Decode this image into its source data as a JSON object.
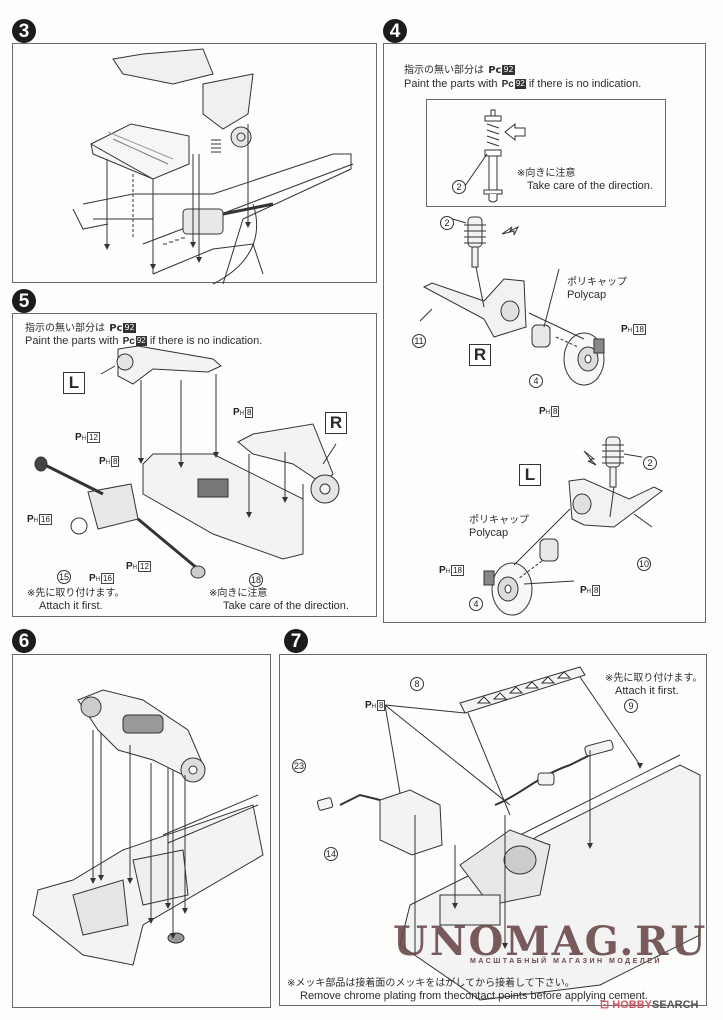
{
  "steps": {
    "s3": {
      "number": "3"
    },
    "s4": {
      "number": "4",
      "paint_jp": "指示の無い部分は",
      "paint_en_prefix": "Paint the parts with",
      "paint_en_suffix": "if there is no indication.",
      "paint_code_prefix": "Pc",
      "paint_code_num": "92",
      "inset": {
        "part": "2",
        "note_jp": "※向きに注意",
        "note_en": "Take care of the direction."
      },
      "right": {
        "side": "R",
        "parts": [
          "2",
          "11",
          "4"
        ],
        "polycap_jp": "ポリキャップ",
        "polycap_en": "Polycap",
        "paint": [
          {
            "code": "H",
            "num": "18"
          },
          {
            "code": "H",
            "num": "8"
          }
        ]
      },
      "left": {
        "side": "L",
        "parts": [
          "2",
          "10",
          "4"
        ],
        "polycap_jp": "ポリキャップ",
        "polycap_en": "Polycap",
        "paint": [
          {
            "code": "H",
            "num": "18"
          },
          {
            "code": "H",
            "num": "8"
          }
        ]
      }
    },
    "s5": {
      "number": "5",
      "paint_jp": "指示の無い部分は",
      "paint_en_prefix": "Paint the parts with",
      "paint_en_suffix": "if there is no indication.",
      "paint_code_prefix": "Pc",
      "paint_code_num": "92",
      "side_left": "L",
      "side_right": "R",
      "paint_labels": [
        {
          "code": "H",
          "num": "12"
        },
        {
          "code": "H",
          "num": "8"
        },
        {
          "code": "H",
          "num": "8"
        },
        {
          "code": "H",
          "num": "16"
        },
        {
          "code": "H",
          "num": "12"
        },
        {
          "code": "H",
          "num": "16"
        }
      ],
      "parts": [
        "15",
        "18"
      ],
      "note1_jp": "※先に取り付けます。",
      "note1_en": "Attach it first.",
      "note2_jp": "※向きに注意",
      "note2_en": "Take care of the direction."
    },
    "s6": {
      "number": "6"
    },
    "s7": {
      "number": "7",
      "parts": [
        "8",
        "9",
        "23",
        "14"
      ],
      "paint": {
        "code": "H",
        "num": "8"
      },
      "note_first_jp": "※先に取り付けます。",
      "note_first_en": "Attach it first.",
      "note_chrome_jp": "※メッキ部品は接着面のメッキをはがしてから接着して下さい。",
      "note_chrome_en": "Remove chrome plating from thecontact points before applying cement."
    }
  },
  "watermark": {
    "title": "UNOMAG.RU",
    "subtitle": "МАСШТАБНЫЙ МАГАЗИН МОДЕЛЕЙ",
    "color": "#6b4a4a"
  },
  "source_badge": {
    "brand": "HOBBY",
    "suffix": "SEARCH",
    "accent": "#d05566"
  }
}
